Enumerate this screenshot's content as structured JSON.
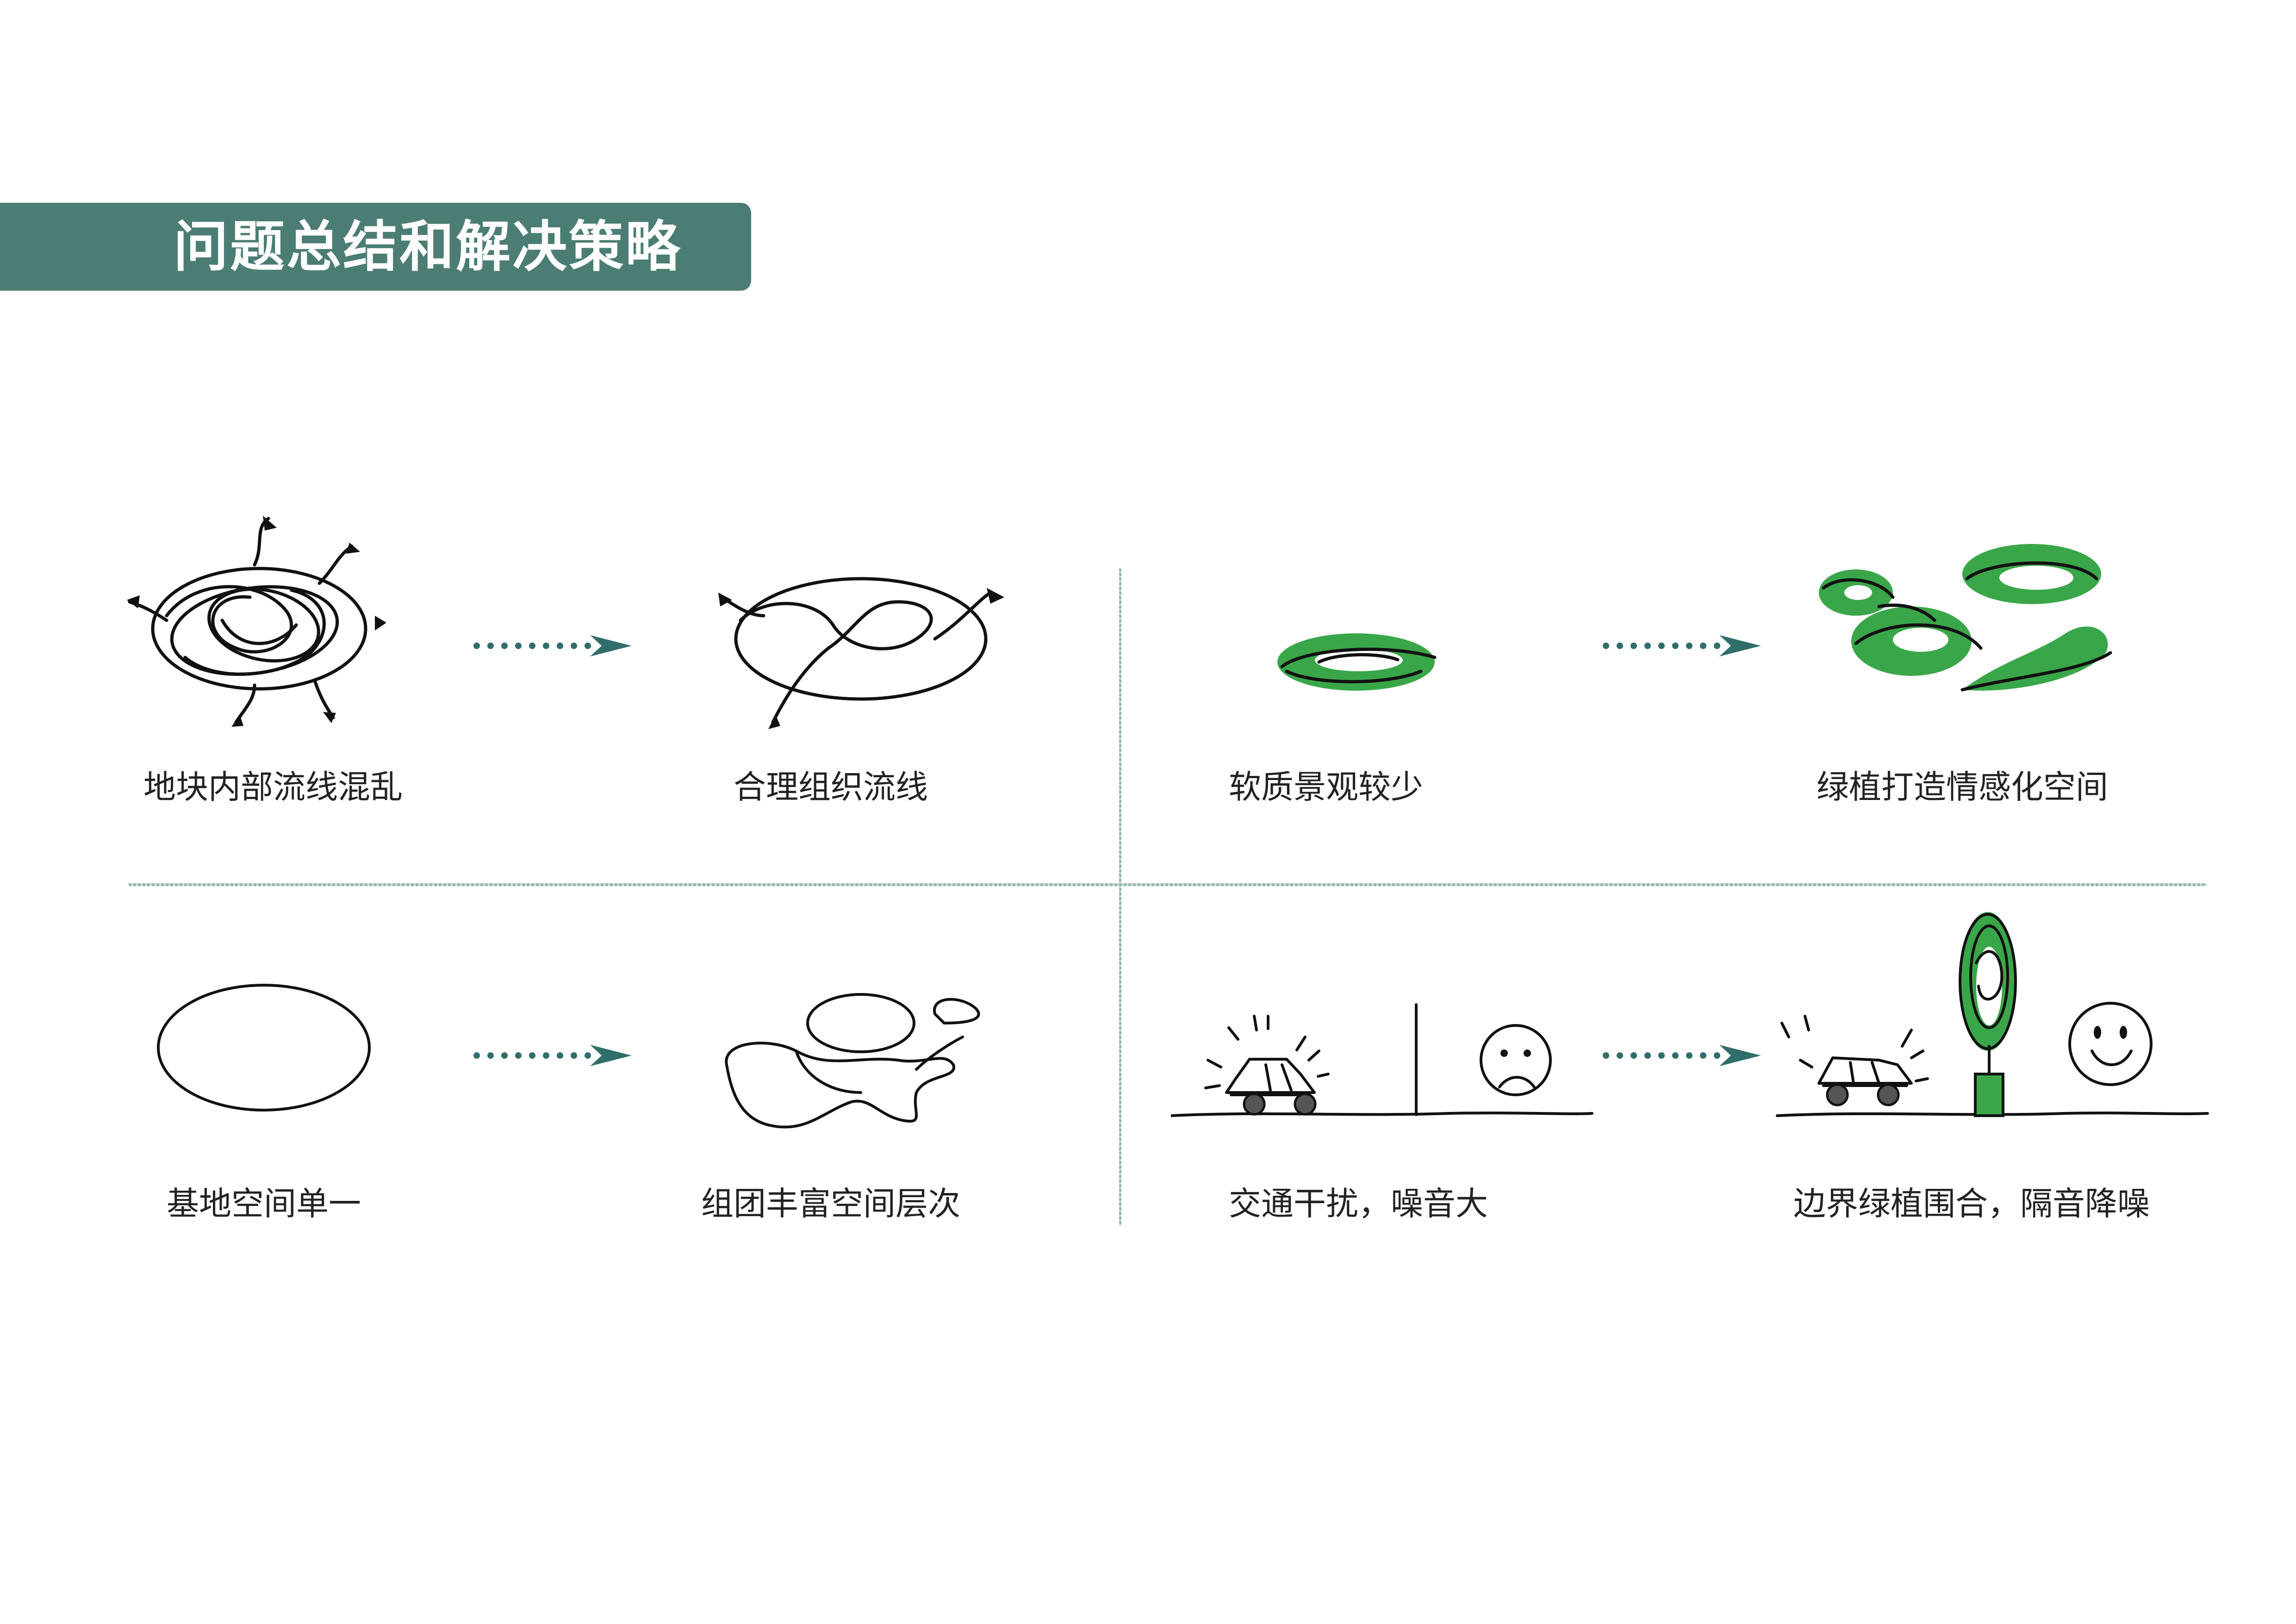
{
  "header": {
    "title": "问题总结和解决策略"
  },
  "colors": {
    "accent": "#4b7d74",
    "plant_green": "#3aa64a",
    "ink": "#111111",
    "divider": "#93b4ae"
  },
  "items": [
    {
      "problem": "地块内部流线混乱",
      "solution": "合理组织流线"
    },
    {
      "problem": "软质景观较少",
      "solution": "绿植打造情感化空间"
    },
    {
      "problem": "基地空间单一",
      "solution": "组团丰富空间层次"
    },
    {
      "problem": "交通干扰，噪音大",
      "solution": "边界绿植围合，隔音降噪"
    }
  ],
  "icons": [
    "tangled-paths-icon",
    "organized-paths-icon",
    "small-green-patch-icon",
    "green-patches-icon",
    "single-oval-icon",
    "clustered-shapes-icon",
    "car-noise-wall-sad-icon",
    "car-tree-happy-icon"
  ]
}
